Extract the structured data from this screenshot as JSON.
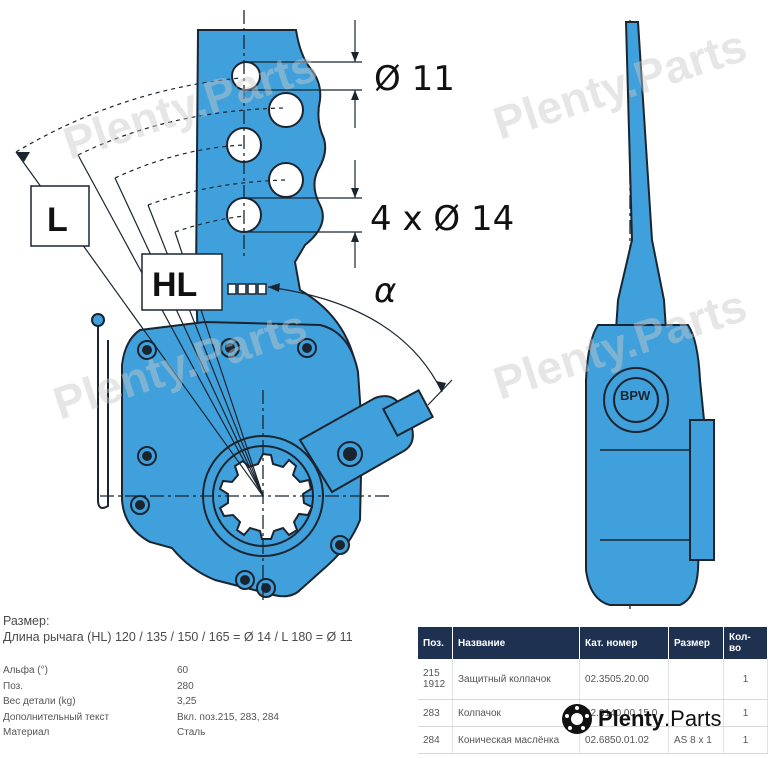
{
  "drawing": {
    "dim_small": "Ø 11",
    "dim_large": "4 x Ø 14",
    "label_L": "L",
    "label_HL": "HL",
    "label_alpha": "α",
    "watermark": "Plenty.Parts",
    "badge": "BPW"
  },
  "size": {
    "heading": "Размер:",
    "line": "Длина рычага (HL) 120 / 135 / 150 / 165 = Ø 14 / L 180 = Ø 11"
  },
  "properties": [
    {
      "key": "Альфа (°)",
      "value": "60"
    },
    {
      "key": "Поз.",
      "value": "280"
    },
    {
      "key": "Вес детали (kg)",
      "value": "3,25"
    },
    {
      "key": "Дополнительный текст",
      "value": "Вкл. поз.215, 283, 284"
    },
    {
      "key": "Материал",
      "value": "Сталь"
    }
  ],
  "parts_table": {
    "headers": [
      "Поз.",
      "Название",
      "Кат. номер",
      "Размер",
      "Кол-во"
    ],
    "rows": [
      {
        "pos": "215 1912",
        "name": "Защитный колпачок",
        "number": "02.3505.20.00",
        "size": "",
        "qty": "1"
      },
      {
        "pos": "283",
        "name": "Колпачок",
        "number": "02.3140.00.15.0",
        "size": "",
        "qty": "1"
      },
      {
        "pos": "284",
        "name": "Коническая маслёнка",
        "number": "02.6850.01.02",
        "size": "AS 8 x 1",
        "qty": "1"
      }
    ]
  },
  "logo": {
    "brand": "Plenty",
    "suffix": ".Parts"
  },
  "colors": {
    "part_blue": "#3fa0dc",
    "outline": "#1a2530",
    "header_navy": "#1e3150"
  }
}
